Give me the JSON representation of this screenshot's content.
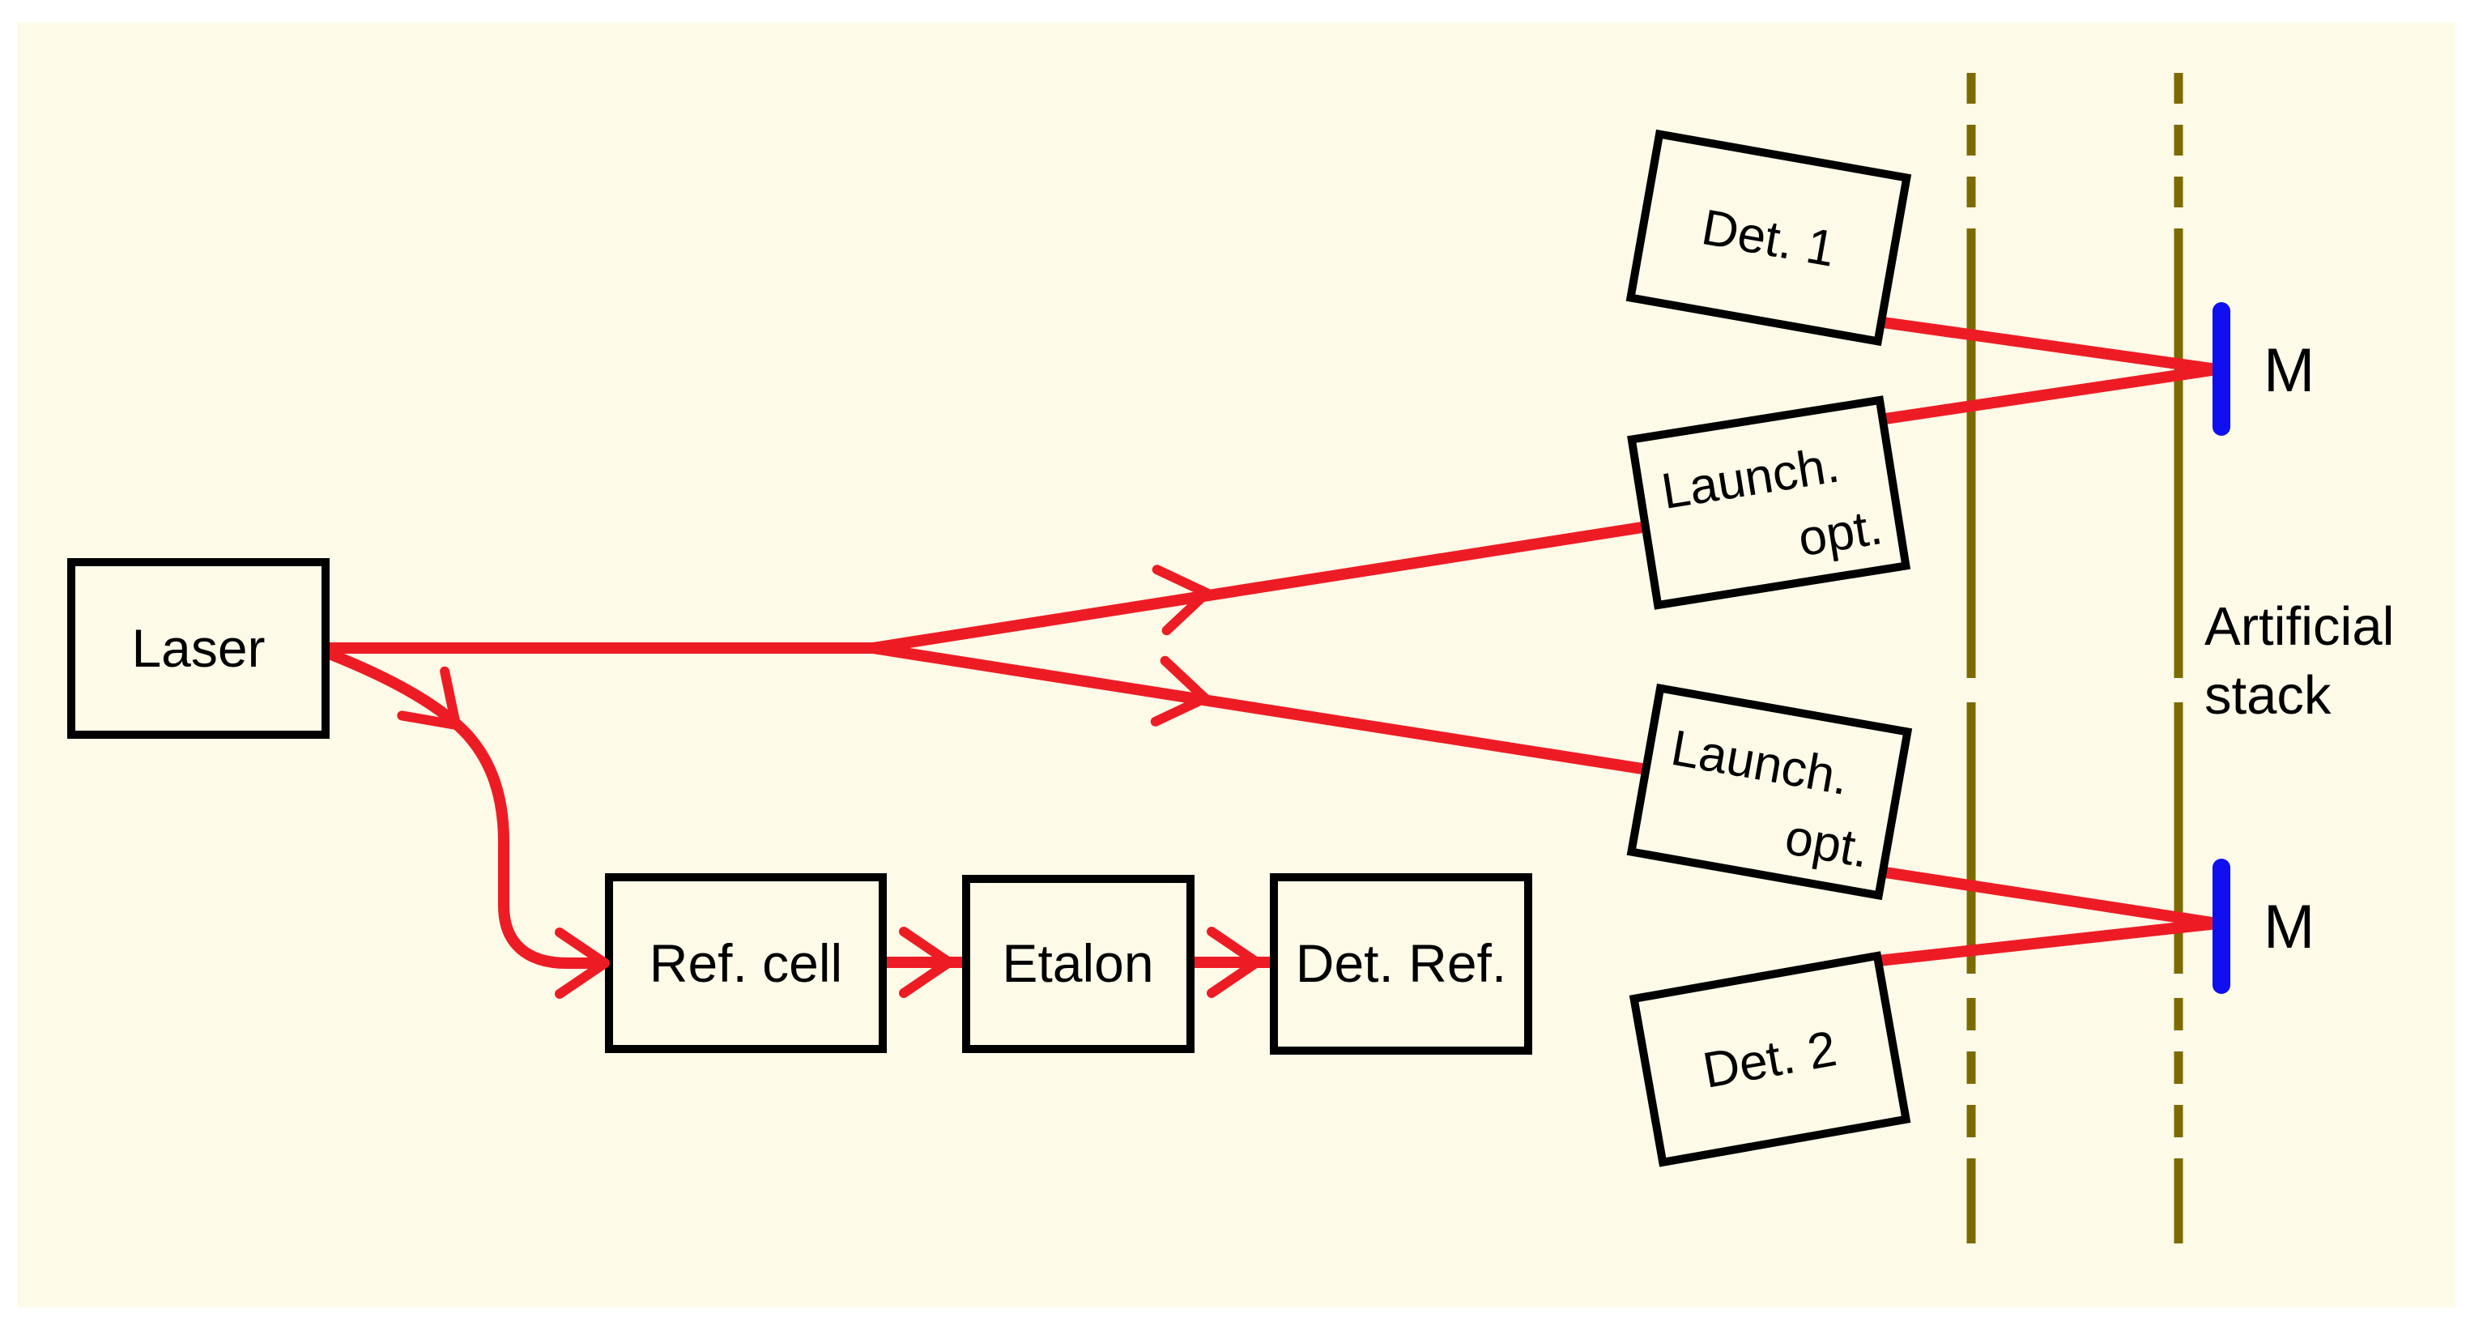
{
  "title": "Optical measurement setup diagram with laser, reference branch and artificial stack",
  "colors": {
    "background": "#ffffff",
    "canvas": "#fdfae8",
    "beam": "#ed1c24",
    "mirror": "#0f0ff0",
    "stack_line": "#7d6a00",
    "box_border": "#000000",
    "text": "#000000"
  },
  "nodes": {
    "laser": {
      "label": "Laser"
    },
    "ref_cell": {
      "label": "Ref. cell"
    },
    "etalon": {
      "label": "Etalon"
    },
    "det_ref": {
      "label": "Det. Ref."
    },
    "det1": {
      "label": "Det. 1"
    },
    "launch_opt_top": {
      "line1": "Launch.",
      "line2": "opt."
    },
    "launch_opt_bottom": {
      "line1": "Launch.",
      "line2": "opt."
    },
    "det2": {
      "label": "Det. 2"
    },
    "mirror_top": {
      "label": "M"
    },
    "mirror_bottom": {
      "label": "M"
    }
  },
  "annotations": {
    "stack_label_line1": "Artificial",
    "stack_label_line2": "stack"
  }
}
